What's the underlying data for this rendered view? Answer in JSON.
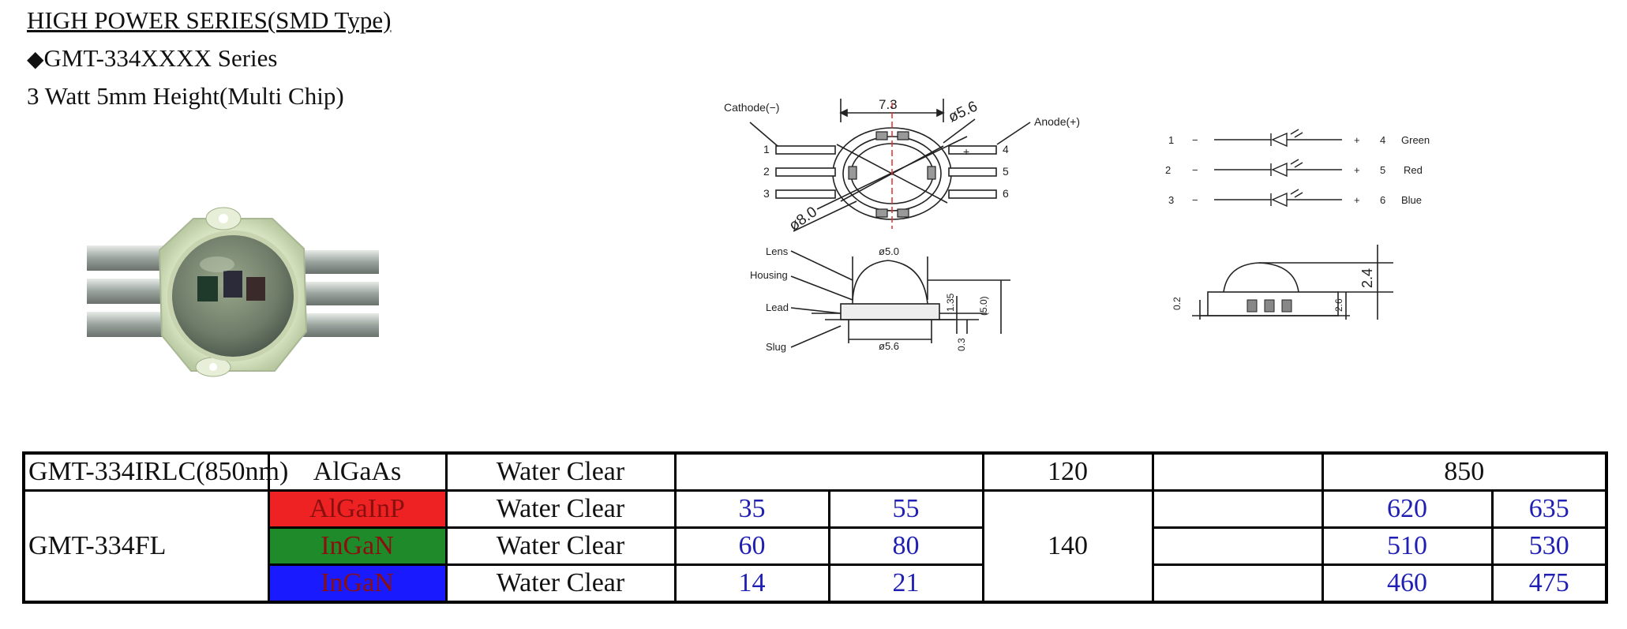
{
  "header": {
    "title": "HIGH POWER SERIES(SMD Type)",
    "series_symbol": "◆",
    "series": "GMT-334XXXX Series",
    "subtitle": "3 Watt  5mm Height(Multi Chip)"
  },
  "top_view": {
    "cathode_label": "Cathode(−)",
    "anode_label": "Anode(+)",
    "width_dim": "7.3",
    "lens_diameter": "ø5.6",
    "body_diameter": "ø8.0",
    "pins_left": [
      "1",
      "2",
      "3"
    ],
    "pins_right": [
      "4",
      "5",
      "6"
    ]
  },
  "side_view": {
    "labels": [
      "Lens",
      "Housing",
      "Lead",
      "Slug"
    ],
    "lens_dim": "ø5.0",
    "slug_dim": "ø5.6",
    "dim_135": "1.35",
    "dim_50": "(5.0)",
    "dim_03": "0.3"
  },
  "schematic": {
    "rows": [
      {
        "left": "1",
        "right": "4",
        "color": "Green"
      },
      {
        "left": "2",
        "right": "5",
        "color": "Red"
      },
      {
        "left": "3",
        "right": "6",
        "color": "Blue"
      }
    ]
  },
  "profile": {
    "dim_24": "2.4",
    "dim_26": "2.6",
    "dim_02": "0.2"
  },
  "table": {
    "row1": {
      "part": "GMT-334IRLC(850nm)",
      "material": "AlGaAs",
      "lens": "Water Clear",
      "angle": "120",
      "wavelength": "850"
    },
    "part2": "GMT-334FL",
    "angle2": "140",
    "rows": [
      {
        "material": "AlGaInP",
        "lens": "Water Clear",
        "min": "35",
        "max": "55",
        "wl_min": "620",
        "wl_max": "635",
        "bg": "#ee2222"
      },
      {
        "material": "InGaN",
        "lens": "Water Clear",
        "min": "60",
        "max": "80",
        "wl_min": "510",
        "wl_max": "530",
        "bg": "#1e8a2a"
      },
      {
        "material": "InGaN",
        "lens": "Water Clear",
        "min": "14",
        "max": "21",
        "wl_min": "460",
        "wl_max": "475",
        "bg": "#1a1aff"
      }
    ]
  },
  "colors": {
    "value_text": "#1f1fb4",
    "material_text": "#8a1010",
    "center_line": "#e03030"
  }
}
